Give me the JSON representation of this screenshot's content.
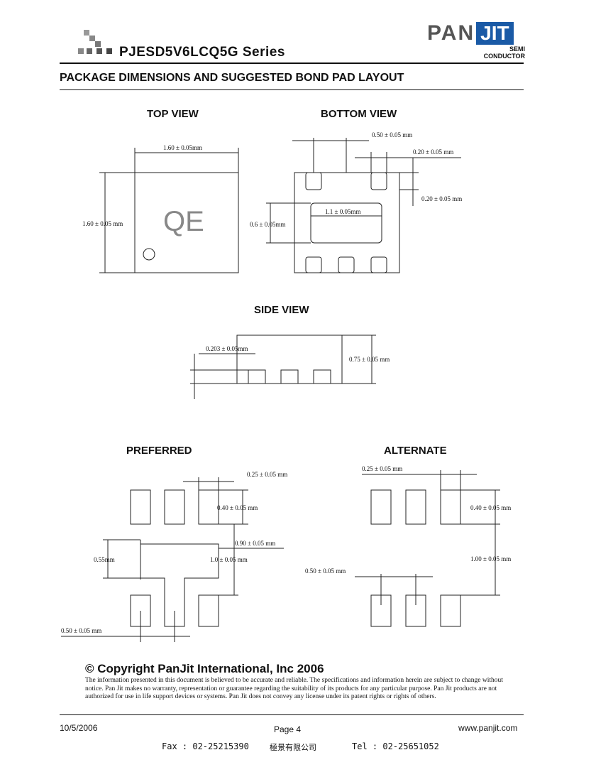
{
  "header": {
    "series_title": "PJESD5V6LCQ5G Series",
    "brand": {
      "pan": "PAN",
      "jit": "JIT",
      "sub1": "SEMI",
      "sub2": "CONDUCTOR"
    },
    "section_title": "PACKAGE DIMENSIONS AND SUGGESTED BOND PAD LAYOUT"
  },
  "top_view": {
    "title": "TOP VIEW",
    "marking": "QE",
    "width_dim": "1.60 ± 0.05mm",
    "height_dim": "1.60 ± 0.05 mm"
  },
  "bottom_view": {
    "title": "BOTTOM VIEW",
    "pitch_dim": "0.50 ± 0.05 mm",
    "pad_width_dim": "0.20 ± 0.05 mm",
    "pad_length_dim": "0.20 ± 0.05 mm",
    "center_width_dim": "1.1 ± 0.05mm",
    "center_height_dim": "0.6 ± 0.05mm"
  },
  "side_view": {
    "title": "SIDE VIEW",
    "lead_dim": "0.203 ± 0.05mm",
    "height_dim": "0.75 ± 0.05 mm"
  },
  "preferred": {
    "title": "PREFERRED",
    "pad_width_dim": "0.25 ± 0.05 mm",
    "pad_length_dim": "0.40 ± 0.05 mm",
    "span_dim": "0.90 ± 0.05 mm",
    "center_width_dim": "1.0 ± 0.05 mm",
    "center_height_dim": "0.55mm",
    "pitch_dim": "0.50 ± 0.05 mm"
  },
  "alternate": {
    "title": "ALTERNATE",
    "pad_width_dim": "0.25 ± 0.05 mm",
    "pad_length_dim": "0.40 ± 0.05 mm",
    "span_dim": "1.00 ± 0.05 mm",
    "pitch_dim": "0.50 ± 0.05 mm"
  },
  "copyright": "© Copyright PanJit International, Inc 2006",
  "disclaimer": "The information presented in this document is believed to be accurate and reliable. The specifications and information herein are subject to change without notice. Pan Jit makes no warranty, representation or guarantee regarding the suitability of its products for any particular purpose. Pan Jit products are not authorized for use in life support devices or systems. Pan Jit does not convey any license under its patent rights or rights of others.",
  "footer": {
    "date": "10/5/2006",
    "page": "Page 4",
    "website": "www.panjit.com",
    "fax": "Fax : 02-25215390",
    "company_cn": "極景有限公司",
    "tel": "Tel : 02-25651052"
  }
}
